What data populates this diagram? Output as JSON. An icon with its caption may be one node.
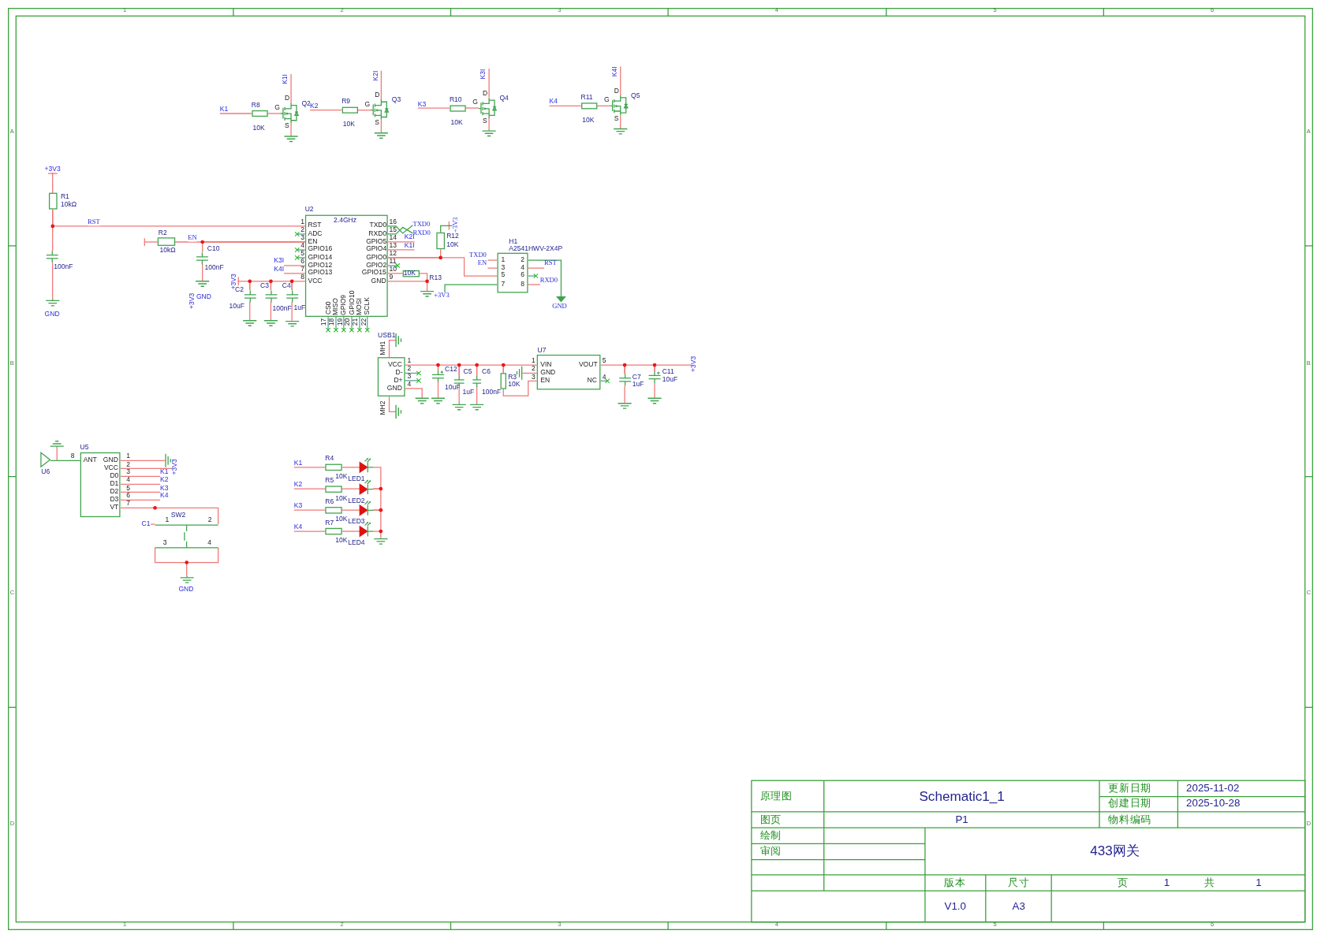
{
  "diagram": {
    "nodes": [
      {
        "text": [
          "K1"
        ]
      },
      {
        "text": [
          "R8",
          "10K"
        ]
      },
      {
        "text": [
          "Q2",
          "G",
          "D",
          "S"
        ]
      },
      {
        "text": [
          "K1I"
        ]
      },
      {
        "text": [
          "K2"
        ]
      },
      {
        "text": [
          "R9",
          "10K"
        ]
      },
      {
        "text": [
          "Q3",
          "G",
          "D",
          "S"
        ]
      },
      {
        "text": [
          "K2I"
        ]
      },
      {
        "text": [
          "K3"
        ]
      },
      {
        "text": [
          "R10",
          "10K"
        ]
      },
      {
        "text": [
          "Q4",
          "G",
          "D",
          "S"
        ]
      },
      {
        "text": [
          "K3I"
        ]
      },
      {
        "text": [
          "K4"
        ]
      },
      {
        "text": [
          "R11",
          "10K"
        ]
      },
      {
        "text": [
          "Q5",
          "G",
          "D",
          "S"
        ]
      },
      {
        "text": [
          "K4I"
        ]
      },
      {
        "text": [
          "+3V3"
        ]
      },
      {
        "text": [
          "R1",
          "10kΩ"
        ]
      },
      {
        "text": [
          "100nF"
        ]
      },
      {
        "text": [
          "GND"
        ]
      },
      {
        "text": [
          "R2",
          "10kΩ"
        ]
      },
      {
        "text": [
          "C10",
          "100nF"
        ]
      },
      {
        "text": [
          "+3V3"
        ]
      },
      {
        "text": [
          "C2",
          "10uF"
        ]
      },
      {
        "text": [
          "C3",
          "100nF"
        ]
      },
      {
        "text": [
          "C4",
          "1uF"
        ]
      },
      {
        "text": [
          "U2",
          "2.4GHz",
          "RST",
          "ADC",
          "EN",
          "GPIO16",
          "GPIO14",
          "GPIO12",
          "GPIO13",
          "VCC",
          "TXD0",
          "RXD0",
          "GPIO5",
          "GPIO4",
          "GPIO0",
          "GPIO2",
          "GPIO15",
          "GND",
          "CS0",
          "MISO",
          "GPIO9",
          "GPIO10",
          "MOSI",
          "SCLK",
          "1",
          "2",
          "3",
          "4",
          "5",
          "6",
          "7",
          "8",
          "16",
          "15",
          "14",
          "13",
          "12",
          "11",
          "10",
          "9",
          "17",
          "18",
          "19",
          "20",
          "21",
          "22"
        ]
      },
      {
        "text": [
          "K3I"
        ]
      },
      {
        "text": [
          "K4I"
        ]
      },
      {
        "text": [
          "TXD0"
        ]
      },
      {
        "text": [
          "RXD0"
        ]
      },
      {
        "text": [
          "K2I"
        ]
      },
      {
        "text": [
          "K1I"
        ]
      },
      {
        "text": [
          "R12",
          "10K"
        ]
      },
      {
        "text": [
          "+3V3"
        ]
      },
      {
        "text": [
          "R13",
          "10K"
        ]
      },
      {
        "text": [
          "+3V3"
        ]
      },
      {
        "text": [
          "H1",
          "A2541HWV-2X4P",
          "1",
          "3",
          "5",
          "7",
          "2",
          "4",
          "6",
          "8"
        ]
      },
      {
        "text": [
          "TXD0"
        ]
      },
      {
        "text": [
          "EN"
        ]
      },
      {
        "text": [
          "RST"
        ]
      },
      {
        "text": [
          "RXD0"
        ]
      },
      {
        "text": [
          "GND"
        ]
      },
      {
        "text": [
          "USB1",
          "MH1",
          "MH2",
          "VCC",
          "D-",
          "D+",
          "GND",
          "1",
          "2",
          "3",
          "4"
        ]
      },
      {
        "text": [
          "C12",
          "10uF"
        ]
      },
      {
        "text": [
          "C5",
          "1uF"
        ]
      },
      {
        "text": [
          "C6",
          "100nF"
        ]
      },
      {
        "text": [
          "R3",
          "10K"
        ]
      },
      {
        "text": [
          "U7",
          "VIN",
          "GND",
          "EN",
          "VOUT",
          "NC",
          "1",
          "2",
          "3",
          "5",
          "4"
        ]
      },
      {
        "text": [
          "C7",
          "1uF"
        ]
      },
      {
        "text": [
          "C11",
          "10uF"
        ]
      },
      {
        "text": [
          "+3V3"
        ]
      },
      {
        "text": [
          "U6"
        ]
      },
      {
        "text": [
          "U5",
          "ANT",
          "GND",
          "VCC",
          "D0",
          "D1",
          "D2",
          "D3",
          "VT",
          "8",
          "1",
          "2",
          "3",
          "4",
          "5",
          "6",
          "7"
        ]
      },
      {
        "text": [
          "+3V3"
        ]
      },
      {
        "text": [
          "K1"
        ]
      },
      {
        "text": [
          "K2"
        ]
      },
      {
        "text": [
          "K3"
        ]
      },
      {
        "text": [
          "K4"
        ]
      },
      {
        "text": [
          "SW2",
          "1",
          "2",
          "3",
          "4"
        ]
      },
      {
        "text": [
          "C1"
        ]
      },
      {
        "text": [
          "GND"
        ]
      },
      {
        "text": [
          "K1"
        ]
      },
      {
        "text": [
          "R4",
          "10K"
        ]
      },
      {
        "text": [
          "LED1"
        ]
      },
      {
        "text": [
          "K2"
        ]
      },
      {
        "text": [
          "R5",
          "10K"
        ]
      },
      {
        "text": [
          "LED2"
        ]
      },
      {
        "text": [
          "K3"
        ]
      },
      {
        "text": [
          "R6",
          "10K"
        ]
      },
      {
        "text": [
          "LED3"
        ]
      },
      {
        "text": [
          "K4"
        ]
      },
      {
        "text": [
          "R7",
          "10K"
        ]
      },
      {
        "text": [
          "LED4"
        ]
      },
      {
        "text": [],
        "shape": "ground"
      },
      {
        "text": [],
        "shape": "ground"
      },
      {
        "text": [],
        "shape": "ground"
      }
    ],
    "edges": [
      {
        "from": 0,
        "to": 1,
        "arrow": "none"
      },
      {
        "from": 1,
        "to": 2,
        "arrow": "none"
      },
      {
        "from": 2,
        "to": 3,
        "arrow": "none"
      },
      {
        "from": 4,
        "to": 5,
        "arrow": "none"
      },
      {
        "from": 5,
        "to": 6,
        "arrow": "none"
      },
      {
        "from": 6,
        "to": 7,
        "arrow": "none"
      },
      {
        "from": 8,
        "to": 9,
        "arrow": "none"
      },
      {
        "from": 9,
        "to": 10,
        "arrow": "none"
      },
      {
        "from": 10,
        "to": 11,
        "arrow": "none"
      },
      {
        "from": 12,
        "to": 13,
        "arrow": "none"
      },
      {
        "from": 13,
        "to": 14,
        "arrow": "none"
      },
      {
        "from": 14,
        "to": 15,
        "arrow": "none"
      },
      {
        "from": 16,
        "to": 17,
        "arrow": "none"
      },
      {
        "from": 17,
        "to": 26,
        "arrow": "none",
        "label": "RST"
      },
      {
        "from": 17,
        "to": 18,
        "arrow": "none"
      },
      {
        "from": 18,
        "to": 19,
        "arrow": "none"
      },
      {
        "from": 20,
        "to": 26,
        "arrow": "none",
        "label": "EN"
      },
      {
        "from": 21,
        "to": 26,
        "arrow": "none"
      },
      {
        "from": 22,
        "to": 23,
        "arrow": "none"
      },
      {
        "from": 23,
        "to": 24,
        "arrow": "none"
      },
      {
        "from": 24,
        "to": 25,
        "arrow": "none"
      },
      {
        "from": 25,
        "to": 26,
        "arrow": "none"
      },
      {
        "from": 27,
        "to": 26,
        "arrow": "none"
      },
      {
        "from": 28,
        "to": 26,
        "arrow": "none"
      },
      {
        "from": 26,
        "to": 29,
        "arrow": "none",
        "color": "#3fa34d"
      },
      {
        "from": 26,
        "to": 30,
        "arrow": "none",
        "color": "#3fa34d"
      },
      {
        "from": 26,
        "to": 31,
        "arrow": "none"
      },
      {
        "from": 26,
        "to": 32,
        "arrow": "none"
      },
      {
        "from": 26,
        "to": 33,
        "arrow": "none"
      },
      {
        "from": 33,
        "to": 34,
        "arrow": "none",
        "color": "#3fa34d"
      },
      {
        "from": 26,
        "to": 37,
        "arrow": "none"
      },
      {
        "from": 26,
        "to": 35,
        "arrow": "none"
      },
      {
        "from": 26,
        "to": 35,
        "arrow": "none"
      },
      {
        "from": 36,
        "to": 37,
        "arrow": "none",
        "color": "#3fa34d"
      },
      {
        "from": 38,
        "to": 37,
        "arrow": "none"
      },
      {
        "from": 39,
        "to": 37,
        "arrow": "none"
      },
      {
        "from": 37,
        "to": 40,
        "arrow": "none"
      },
      {
        "from": 37,
        "to": 41,
        "arrow": "none"
      },
      {
        "from": 37,
        "to": 42,
        "arrow": "none",
        "color": "#3fa34d"
      },
      {
        "from": 43,
        "to": 44,
        "arrow": "none"
      },
      {
        "from": 44,
        "to": 45,
        "arrow": "none"
      },
      {
        "from": 45,
        "to": 46,
        "arrow": "none"
      },
      {
        "from": 46,
        "to": 47,
        "arrow": "none"
      },
      {
        "from": 47,
        "to": 48,
        "arrow": "none"
      },
      {
        "from": 47,
        "to": 48,
        "arrow": "none"
      },
      {
        "from": 48,
        "to": 49,
        "arrow": "none"
      },
      {
        "from": 49,
        "to": 50,
        "arrow": "none"
      },
      {
        "from": 50,
        "to": 51,
        "arrow": "none"
      },
      {
        "from": 52,
        "to": 53,
        "arrow": "none",
        "color": "#3fa34d"
      },
      {
        "from": 53,
        "to": 54,
        "arrow": "none"
      },
      {
        "from": 53,
        "to": 55,
        "arrow": "none"
      },
      {
        "from": 53,
        "to": 56,
        "arrow": "none"
      },
      {
        "from": 53,
        "to": 57,
        "arrow": "none"
      },
      {
        "from": 53,
        "to": 58,
        "arrow": "none"
      },
      {
        "from": 53,
        "to": 59,
        "arrow": "none"
      },
      {
        "from": 60,
        "to": 59,
        "arrow": "none"
      },
      {
        "from": 59,
        "to": 61,
        "arrow": "none"
      },
      {
        "from": 62,
        "to": 63,
        "arrow": "none"
      },
      {
        "from": 63,
        "to": 64,
        "arrow": "none"
      },
      {
        "from": 65,
        "to": 66,
        "arrow": "none"
      },
      {
        "from": 66,
        "to": 67,
        "arrow": "none"
      },
      {
        "from": 68,
        "to": 69,
        "arrow": "none"
      },
      {
        "from": 69,
        "to": 70,
        "arrow": "none"
      },
      {
        "from": 71,
        "to": 72,
        "arrow": "none"
      },
      {
        "from": 72,
        "to": 73,
        "arrow": "none"
      },
      {
        "from": 64,
        "to": 67,
        "arrow": "none"
      },
      {
        "from": 67,
        "to": 70,
        "arrow": "none"
      },
      {
        "from": 70,
        "to": 73,
        "arrow": "none"
      },
      {
        "from": 53,
        "to": 74,
        "arrow": "none"
      },
      {
        "from": 25,
        "to": 75,
        "arrow": "none"
      },
      {
        "from": 48,
        "to": 76,
        "arrow": "none"
      }
    ],
    "labels": [
      "1",
      "2",
      "3",
      "4",
      "5",
      "6",
      "A",
      "B",
      "C",
      "D",
      "A",
      "B",
      "C",
      "D",
      "1",
      "2",
      "3",
      "4",
      "5",
      "6",
      "+3V3",
      "GND",
      "原理图",
      "Schematic1_1",
      "更新日期",
      "2025-11-02",
      "创建日期",
      "2025-10-28",
      "图页",
      "P1",
      "物料编码",
      "绘制",
      "审阅",
      "433网关",
      "版本",
      "尺寸",
      "页",
      "1",
      "共",
      "1",
      "V1.0",
      "A3"
    ]
  }
}
